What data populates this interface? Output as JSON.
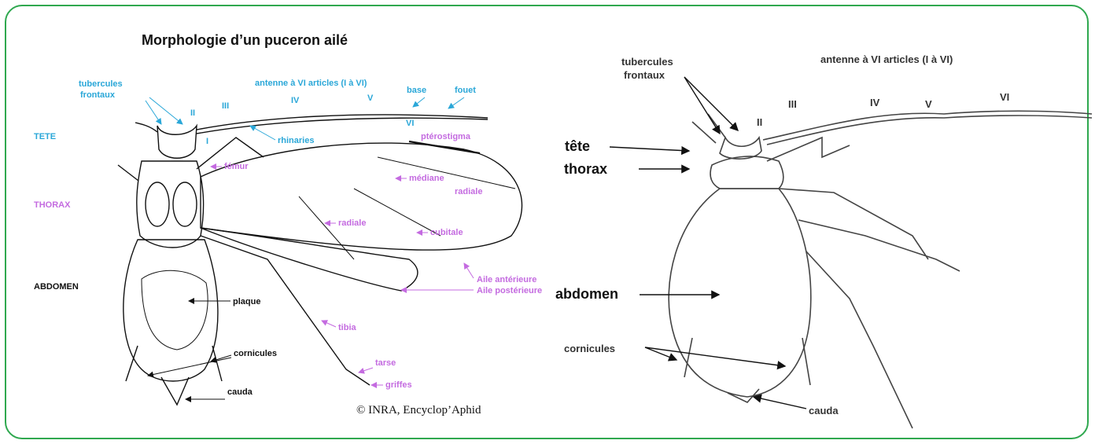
{
  "left": {
    "title": "Morphologie d’un puceron ailé",
    "sections": {
      "head": "TETE",
      "thorax": "THORAX",
      "abdomen": "ABDOMEN"
    },
    "labels": {
      "tubercules": "tubercules",
      "frontaux": "frontaux",
      "antenne": "antenne à VI articles (I à VI)",
      "base": "base",
      "fouet": "fouet",
      "n1": "I",
      "n2": "II",
      "n3": "III",
      "n4": "IV",
      "n5": "V",
      "n6": "VI",
      "rhinaries": "rhinaries",
      "femur": "fémur",
      "pterostigma": "ptérostigma",
      "mediane": "médiane",
      "radiale1": "radiale",
      "radiale2": "radiale",
      "cubitale": "cubitale",
      "aile_ant": "Aile antérieure",
      "aile_post": "Aile postérieure",
      "plaque": "plaque",
      "cornicules": "cornicules",
      "cauda": "cauda",
      "tibia": "tibia",
      "tarse": "tarse",
      "griffes": "griffes"
    },
    "credit": "© INRA, Encyclop’Aphid"
  },
  "right": {
    "labels": {
      "tubercules": "tubercules",
      "frontaux": "frontaux",
      "antenne": "antenne à VI articles (I à VI)",
      "n2": "II",
      "n3": "III",
      "n4": "IV",
      "n5": "V",
      "n6": "VI",
      "tete": "tête",
      "thorax": "thorax",
      "abdomen": "abdomen",
      "cornicules": "cornicules",
      "cauda": "cauda"
    }
  },
  "colors": {
    "border": "#2fa84f",
    "head_label": "#2aa7d8",
    "part_label": "#c46be0"
  }
}
